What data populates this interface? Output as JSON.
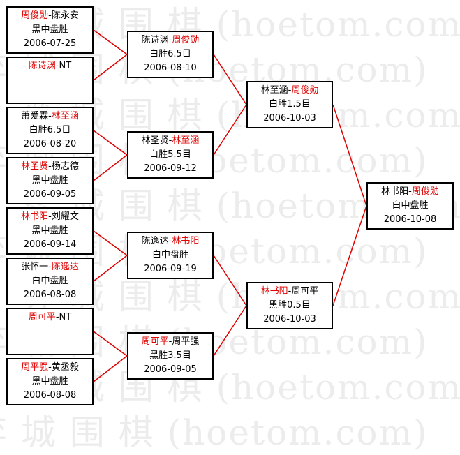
{
  "colors": {
    "winner": "#e00000",
    "text": "#000000",
    "line": "#e00000",
    "border": "#000000",
    "watermark": "#ececec"
  },
  "watermark": {
    "text": "弈 城 围 棋 (hoetom.com)"
  },
  "rounds": [
    {
      "name": "round-1",
      "matches": [
        {
          "p1": "周俊勋",
          "p2": "陈永安",
          "winner": 1,
          "result": "黑中盘胜",
          "date": "2006-07-25"
        },
        {
          "p1": "陈诗渊",
          "p2": "NT",
          "winner": 1,
          "result": "",
          "date": ""
        },
        {
          "p1": "萧爱霖",
          "p2": "林至涵",
          "winner": 2,
          "result": "白胜6.5目",
          "date": "2006-08-20"
        },
        {
          "p1": "林圣贤",
          "p2": "杨志德",
          "winner": 1,
          "result": "黑中盘胜",
          "date": "2006-09-05"
        },
        {
          "p1": "林书阳",
          "p2": "刘耀文",
          "winner": 1,
          "result": "黑中盘胜",
          "date": "2006-09-14"
        },
        {
          "p1": "张怀一",
          "p2": "陈逸达",
          "winner": 2,
          "result": "白中盘胜",
          "date": "2006-08-08"
        },
        {
          "p1": "周可平",
          "p2": "NT",
          "winner": 1,
          "result": "",
          "date": ""
        },
        {
          "p1": "周平强",
          "p2": "黄丞毅",
          "winner": 1,
          "result": "黑中盘胜",
          "date": "2006-08-08"
        }
      ]
    },
    {
      "name": "round-2",
      "matches": [
        {
          "p1": "陈诗渊",
          "p2": "周俊勋",
          "winner": 2,
          "result": "白胜6.5目",
          "date": "2006-08-10"
        },
        {
          "p1": "林圣贤",
          "p2": "林至涵",
          "winner": 2,
          "result": "白胜5.5目",
          "date": "2006-09-12"
        },
        {
          "p1": "陈逸达",
          "p2": "林书阳",
          "winner": 2,
          "result": "白中盘胜",
          "date": "2006-09-19"
        },
        {
          "p1": "周可平",
          "p2": "周平强",
          "winner": 1,
          "result": "黑胜3.5目",
          "date": "2006-09-05"
        }
      ]
    },
    {
      "name": "round-3",
      "matches": [
        {
          "p1": "林至涵",
          "p2": "周俊勋",
          "winner": 2,
          "result": "白胜1.5目",
          "date": "2006-10-03"
        },
        {
          "p1": "林书阳",
          "p2": "周可平",
          "winner": 1,
          "result": "黑胜0.5目",
          "date": "2006-10-03"
        }
      ]
    },
    {
      "name": "final",
      "matches": [
        {
          "p1": "林书阳",
          "p2": "周俊勋",
          "winner": 2,
          "result": "白中盘胜",
          "date": "2006-10-08"
        }
      ]
    }
  ]
}
